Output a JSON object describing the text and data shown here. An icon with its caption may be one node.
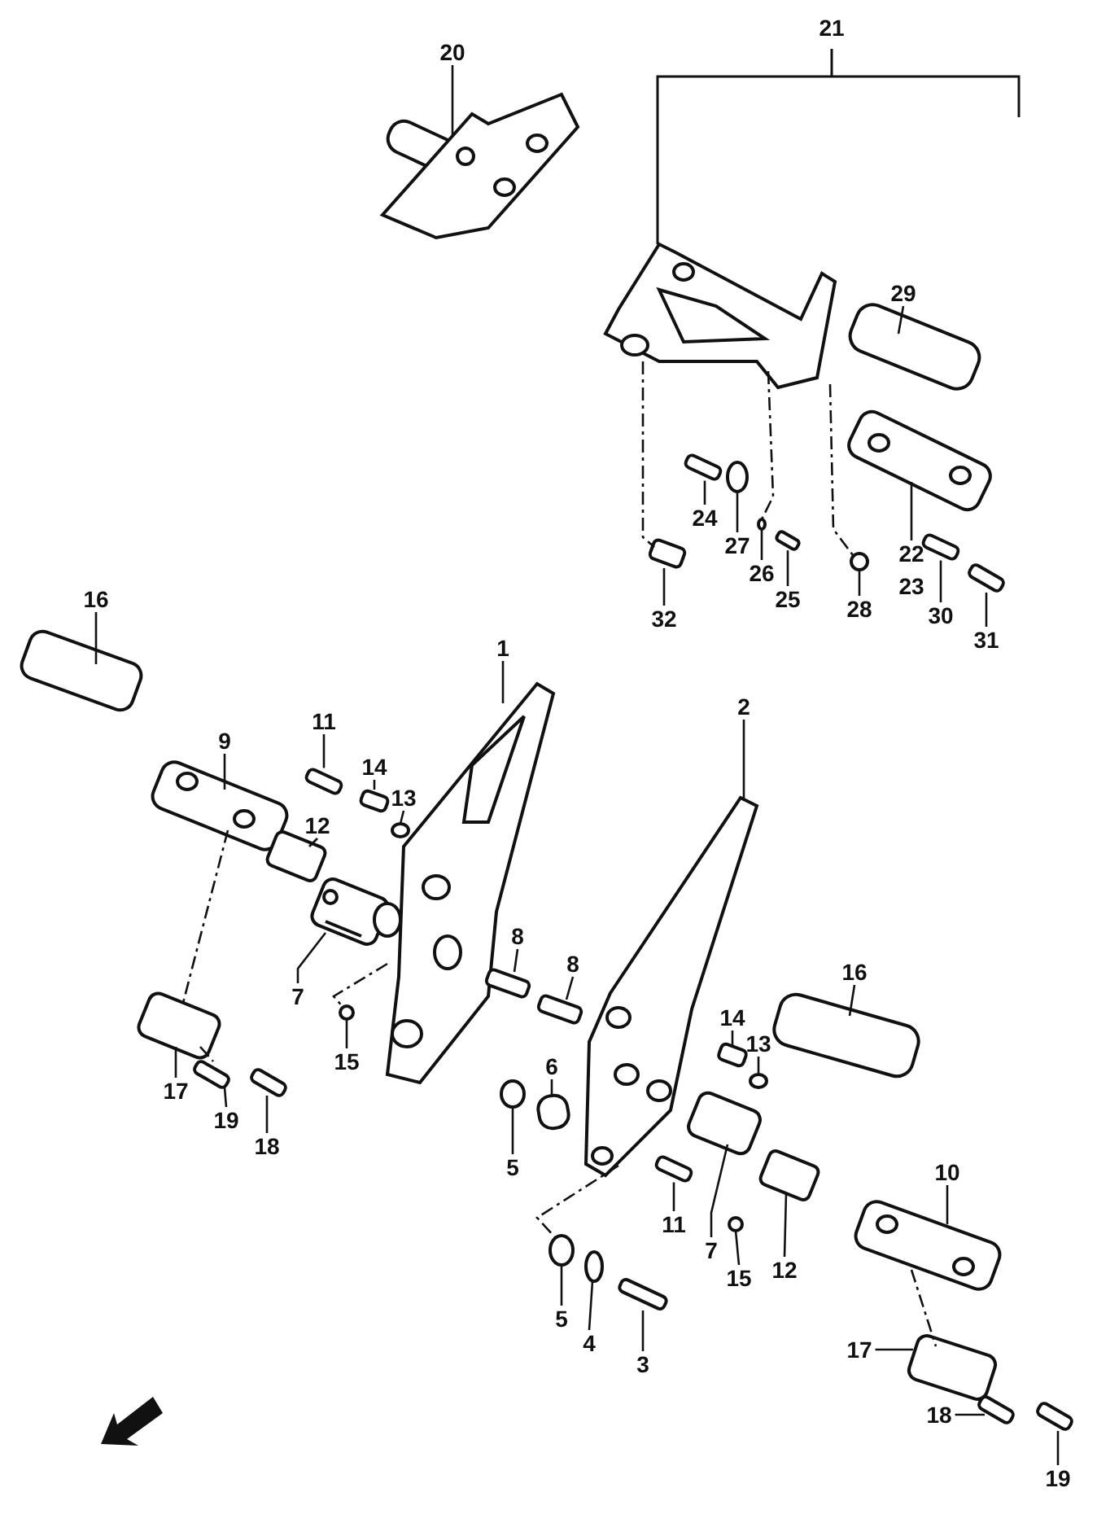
{
  "diagram": {
    "nodes": [
      {
        "text": [
          "20"
        ]
      },
      {
        "text": [
          "29"
        ]
      },
      {
        "text": [
          "24"
        ]
      },
      {
        "text": [
          "27"
        ]
      },
      {
        "text": [
          "26"
        ]
      },
      {
        "text": [
          "25"
        ]
      },
      {
        "text": [
          "28"
        ]
      },
      {
        "text": [
          "22"
        ]
      },
      {
        "text": [
          "30"
        ]
      },
      {
        "text": [
          "31"
        ]
      },
      {
        "text": [
          "32"
        ]
      },
      {
        "text": [
          "16"
        ]
      },
      {
        "text": [
          "1"
        ]
      },
      {
        "text": [
          "2"
        ]
      },
      {
        "text": [
          "11"
        ]
      },
      {
        "text": [
          "14"
        ]
      },
      {
        "text": [
          "13"
        ]
      },
      {
        "text": [
          "9"
        ]
      },
      {
        "text": [
          "12"
        ]
      },
      {
        "text": [
          "8"
        ]
      },
      {
        "text": [
          "8"
        ]
      },
      {
        "text": [
          "16"
        ]
      },
      {
        "text": [
          "14"
        ]
      },
      {
        "text": [
          "13"
        ]
      },
      {
        "text": [
          "7"
        ]
      },
      {
        "text": [
          "15"
        ]
      },
      {
        "text": [
          "6"
        ]
      },
      {
        "text": [
          "17"
        ]
      },
      {
        "text": [
          "19"
        ]
      },
      {
        "text": [
          "18"
        ]
      },
      {
        "text": [
          "5"
        ]
      },
      {
        "text": [
          "11"
        ]
      },
      {
        "text": [
          "7"
        ]
      },
      {
        "text": [
          "12"
        ]
      },
      {
        "text": [
          "15"
        ]
      },
      {
        "text": [
          "10"
        ]
      },
      {
        "text": [
          "5"
        ]
      },
      {
        "text": [
          "4"
        ]
      },
      {
        "text": [
          "3"
        ]
      },
      {
        "text": [
          "17"
        ]
      },
      {
        "text": [
          "18"
        ]
      },
      {
        "text": [
          "19"
        ]
      },
      {
        "text": [],
        "shape": "picture"
      },
      {
        "text": [],
        "shape": "box"
      },
      {
        "text": [],
        "shape": "box"
      },
      {
        "text": [],
        "shape": "circle"
      },
      {
        "text": [],
        "shape": "circle"
      },
      {
        "text": [],
        "shape": "box"
      },
      {
        "text": [],
        "shape": "circle"
      },
      {
        "text": [],
        "shape": "picture"
      },
      {
        "text": [],
        "shape": "box"
      },
      {
        "text": [],
        "shape": "box"
      },
      {
        "text": [],
        "shape": "box"
      },
      {
        "text": [],
        "shape": "box"
      },
      {
        "text": [],
        "shape": "picture"
      },
      {
        "text": [],
        "shape": "picture"
      },
      {
        "text": [],
        "shape": "box"
      },
      {
        "text": [],
        "shape": "box"
      },
      {
        "text": [],
        "shape": "circle"
      },
      {
        "text": [],
        "shape": "picture"
      },
      {
        "text": [],
        "shape": "box"
      },
      {
        "text": [],
        "shape": "box"
      },
      {
        "text": [],
        "shape": "box"
      },
      {
        "text": [],
        "shape": "box"
      },
      {
        "text": [],
        "shape": "box"
      },
      {
        "text": [],
        "shape": "circle"
      },
      {
        "text": [],
        "shape": "picture"
      },
      {
        "text": [],
        "shape": "circle"
      },
      {
        "text": [],
        "shape": "box"
      },
      {
        "text": [],
        "shape": "box"
      },
      {
        "text": [],
        "shape": "box"
      },
      {
        "text": [],
        "shape": "box"
      },
      {
        "text": [],
        "shape": "circle"
      },
      {
        "text": [],
        "shape": "box"
      },
      {
        "text": [],
        "shape": "box"
      },
      {
        "text": [],
        "shape": "box"
      },
      {
        "text": [],
        "shape": "circle"
      },
      {
        "text": [],
        "shape": "picture"
      },
      {
        "text": [],
        "shape": "circle"
      },
      {
        "text": [],
        "shape": "circle"
      },
      {
        "text": [],
        "shape": "box"
      },
      {
        "text": [],
        "shape": "box"
      },
      {
        "text": [],
        "shape": "box"
      },
      {
        "text": [],
        "shape": "box"
      },
      {
        "text": [],
        "shape": "picture"
      }
    ],
    "edges": [
      {
        "from": 0,
        "to": 42,
        "arrow": "none"
      },
      {
        "from": 1,
        "to": 43,
        "arrow": "none"
      },
      {
        "from": 2,
        "to": 44,
        "arrow": "none"
      },
      {
        "from": 3,
        "to": 45,
        "arrow": "none"
      },
      {
        "from": 4,
        "to": 46,
        "arrow": "none"
      },
      {
        "from": 5,
        "to": 47,
        "arrow": "none"
      },
      {
        "from": 6,
        "to": 48,
        "arrow": "none"
      },
      {
        "from": 7,
        "to": 49,
        "arrow": "none"
      },
      {
        "from": 8,
        "to": 50,
        "arrow": "none"
      },
      {
        "from": 9,
        "to": 51,
        "arrow": "none"
      },
      {
        "from": 10,
        "to": 52,
        "arrow": "none"
      },
      {
        "from": 11,
        "to": 53,
        "arrow": "none"
      },
      {
        "from": 12,
        "to": 54,
        "arrow": "none"
      },
      {
        "from": 13,
        "to": 55,
        "arrow": "none"
      },
      {
        "from": 14,
        "to": 56,
        "arrow": "none"
      },
      {
        "from": 15,
        "to": 57,
        "arrow": "none"
      },
      {
        "from": 16,
        "to": 58,
        "arrow": "none"
      },
      {
        "from": 17,
        "to": 59,
        "arrow": "none"
      },
      {
        "from": 18,
        "to": 60,
        "arrow": "none"
      },
      {
        "from": 19,
        "to": 61,
        "arrow": "none"
      },
      {
        "from": 20,
        "to": 62,
        "arrow": "none"
      },
      {
        "from": 21,
        "to": 63,
        "arrow": "none"
      },
      {
        "from": 22,
        "to": 64,
        "arrow": "none"
      },
      {
        "from": 23,
        "to": 65,
        "arrow": "none"
      },
      {
        "from": 24,
        "to": 66,
        "arrow": "none"
      },
      {
        "from": 25,
        "to": 67,
        "arrow": "none"
      },
      {
        "from": 26,
        "to": 68,
        "arrow": "none"
      },
      {
        "from": 27,
        "to": 69,
        "arrow": "none"
      },
      {
        "from": 28,
        "to": 70,
        "arrow": "none"
      },
      {
        "from": 29,
        "to": 71,
        "arrow": "none"
      },
      {
        "from": 30,
        "to": 72,
        "arrow": "none"
      },
      {
        "from": 31,
        "to": 73,
        "arrow": "none"
      },
      {
        "from": 32,
        "to": 74,
        "arrow": "none"
      },
      {
        "from": 33,
        "to": 75,
        "arrow": "none"
      },
      {
        "from": 34,
        "to": 76,
        "arrow": "none"
      },
      {
        "from": 35,
        "to": 77,
        "arrow": "none"
      },
      {
        "from": 36,
        "to": 78,
        "arrow": "none"
      },
      {
        "from": 37,
        "to": 79,
        "arrow": "none"
      },
      {
        "from": 38,
        "to": 80,
        "arrow": "none"
      },
      {
        "from": 39,
        "to": 81,
        "arrow": "none"
      },
      {
        "from": 40,
        "to": 82,
        "arrow": "none"
      },
      {
        "from": 41,
        "to": 83,
        "arrow": "none"
      },
      {
        "from": 84,
        "to": 52,
        "arrow": "none",
        "style": "dashed"
      },
      {
        "from": 84,
        "to": 46,
        "arrow": "none",
        "style": "dashed"
      },
      {
        "from": 84,
        "to": 48,
        "arrow": "none",
        "style": "dashed"
      },
      {
        "from": 59,
        "to": 69,
        "arrow": "none",
        "style": "dashed"
      },
      {
        "from": 69,
        "to": 70,
        "arrow": "none",
        "style": "dashed"
      },
      {
        "from": 54,
        "to": 67,
        "arrow": "none",
        "style": "dashed"
      },
      {
        "from": 55,
        "to": 78,
        "arrow": "none",
        "style": "dashed"
      },
      {
        "from": 77,
        "to": 81,
        "arrow": "none",
        "style": "dashed"
      }
    ],
    "labels": [
      "21",
      "23"
    ]
  }
}
